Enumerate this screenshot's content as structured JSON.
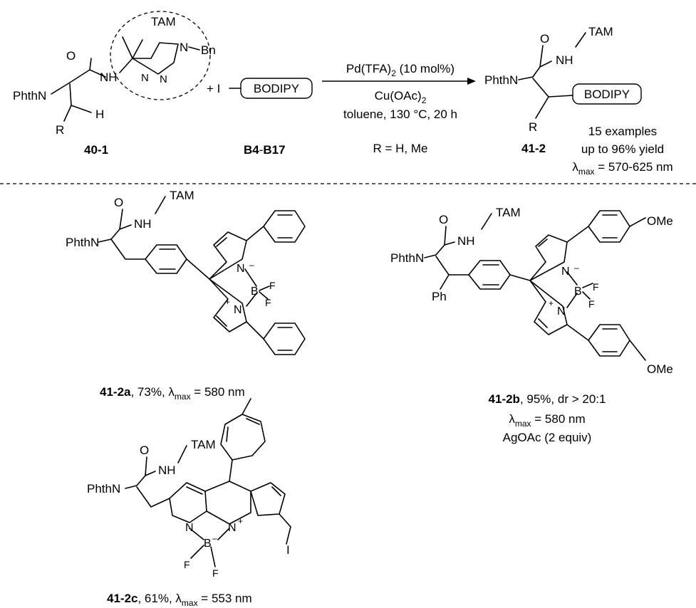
{
  "reaction": {
    "sm_id": "40-1",
    "reagent_prefix": "+ I",
    "bodipy": "BODIPY",
    "reagent_id_a": "B4",
    "reagent_id_b": "B17",
    "catalyst": "Pd(TFA)",
    "catalyst_sub": "2",
    "catalyst_tail": " (10 mol%)",
    "oxidant": "Cu(OAc)",
    "oxidant_sub": "2",
    "conditions": "toluene, 130 °C, 20 h",
    "r_def": "R = H, Me",
    "product_id": "41-2",
    "examples": "15 examples",
    "yield": "up to 96% yield",
    "lambda_sym": "λ",
    "lambda_sub": "max",
    "lambda_range": " = 570-625 nm"
  },
  "atoms": {
    "phthn": "PhthN",
    "o": "O",
    "nh": "NH",
    "h": "H",
    "r": "R",
    "tam": "TAM",
    "n": "N",
    "bn": "Bn",
    "b": "B",
    "f": "F",
    "i": "I",
    "ph": "Ph",
    "ome": "OMe",
    "minus": "–",
    "plus": "+"
  },
  "examples": {
    "a": {
      "id": "41-2a",
      "text": ", 73%, ",
      "lambda_val": " = 580 nm"
    },
    "b": {
      "id": "41-2b",
      "text": ", 95%, dr > 20:1",
      "lambda_val": " = 580 nm",
      "note": "AgOAc (2 equiv)"
    },
    "c": {
      "id": "41-2c",
      "text": ", 61%, ",
      "lambda_val": " = 553 nm"
    }
  }
}
